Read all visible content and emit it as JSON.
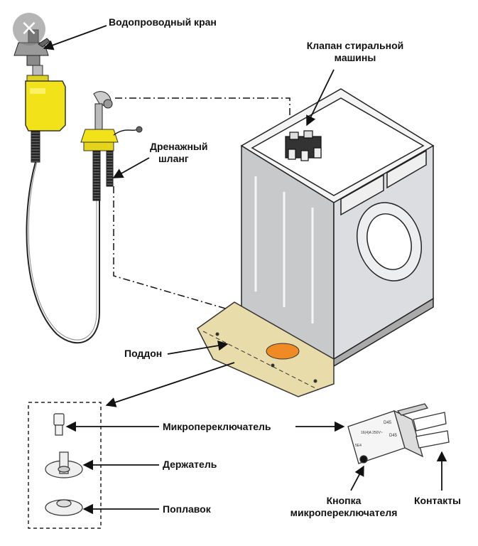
{
  "labels": {
    "water_tap": "Водопроводный кран",
    "machine_valve_line1": "Клапан стиральной",
    "machine_valve_line2": "машины",
    "drain_hose_line1": "Дренажный",
    "drain_hose_line2": "шланг",
    "tray": "Поддон",
    "microswitch": "Микропереключатель",
    "holder": "Держатель",
    "float": "Поплавок",
    "microswitch_button_line1": "Кнопка",
    "microswitch_button_line2": "микропереключателя",
    "contacts": "Контакты"
  },
  "switch_markings": {
    "code1": "D45",
    "code2": "D45",
    "text1": "16(4)A 250V~",
    "text2": "5E4"
  },
  "icons": {
    "close": "close-icon"
  },
  "colors": {
    "hose_connector": "#f2e21a",
    "drain_spot": "#f08a24",
    "tray_fill": "#e8dcaa",
    "machine_body": "#d9dadc",
    "machine_side": "#c8c9cb"
  }
}
